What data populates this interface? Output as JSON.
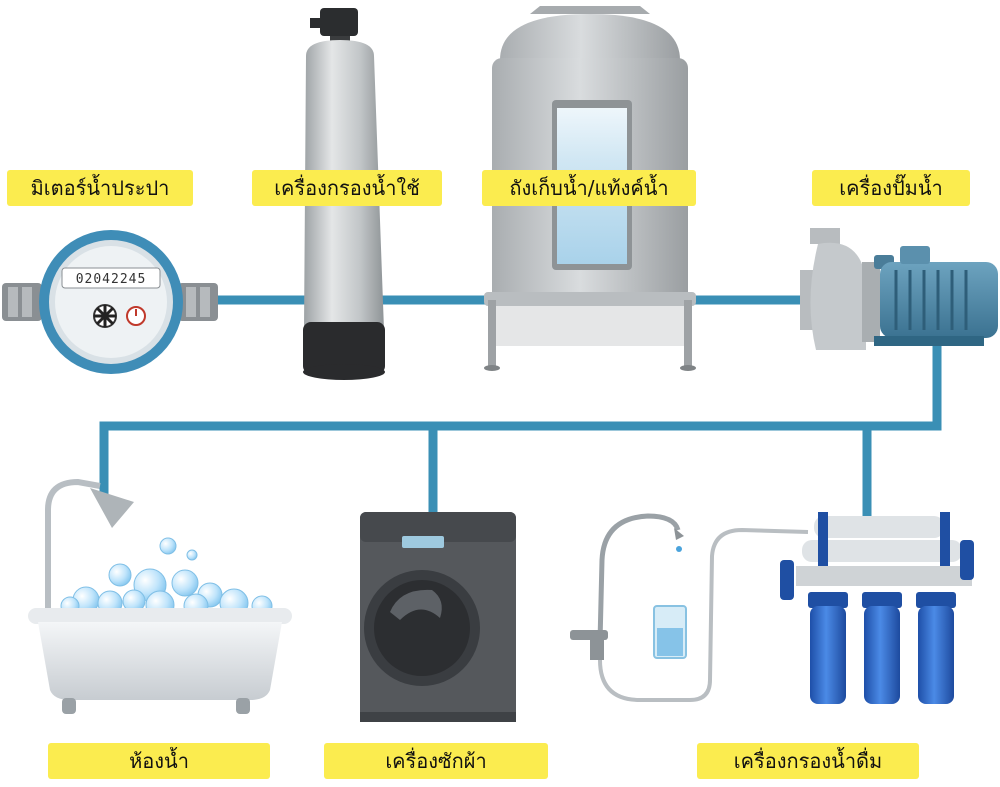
{
  "labels": {
    "water_meter": "มิเตอร์น้ำประปา",
    "water_filter": "เครื่องกรองน้ำใช้",
    "storage_tank": "ถังเก็บน้ำ/แท้งค์น้ำ",
    "water_pump": "เครื่องปั๊มน้ำ",
    "bathroom": "ห้องน้ำ",
    "washing_machine": "เครื่องซักผ้า",
    "drinking_filter": "เครื่องกรองน้ำดื่ม"
  },
  "meter_display": "02042245",
  "colors": {
    "pipe": "#3a8fb5",
    "label_bg": "#fbec4f",
    "steel": "#c4c7c9",
    "pump_blue": "#4f8aa8",
    "filter_blue": "#2f6fd0",
    "washer_body": "#55585c"
  }
}
